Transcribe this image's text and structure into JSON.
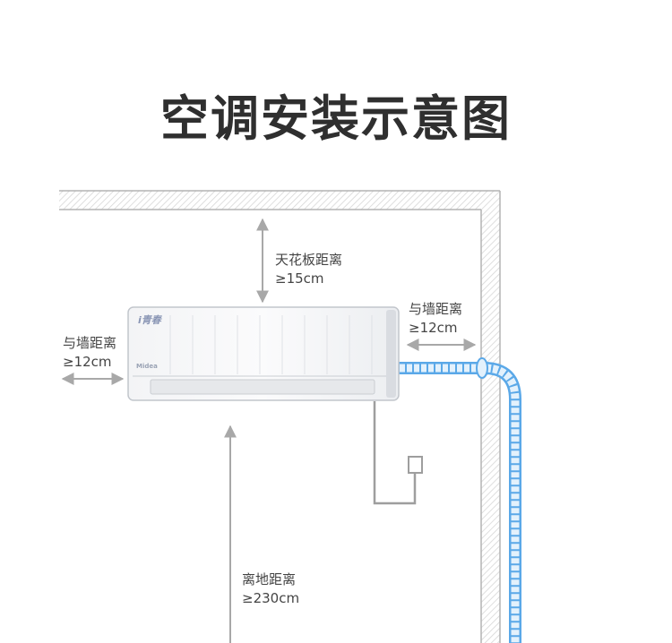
{
  "title": "空调安装示意图",
  "unit": {
    "brand_script": "i青春",
    "brand_logo": "Midea"
  },
  "labels": {
    "ceiling": {
      "name": "天花板距离",
      "value": "≥15cm"
    },
    "left_wall": {
      "name": "与墙距离",
      "value": "≥12cm"
    },
    "right_wall": {
      "name": "与墙距离",
      "value": "≥12cm"
    },
    "floor": {
      "name": "离地距离",
      "value": "≥230cm"
    }
  },
  "colors": {
    "wall": "#b3b3b3",
    "wall_hatch": "#e2e2e2",
    "arrow": "#a8a8a8",
    "pipe": "#5aa8e8",
    "pipe_fill": "#e3f1fc",
    "drain": "#9e9e9e",
    "title": "#2f2f2f"
  }
}
